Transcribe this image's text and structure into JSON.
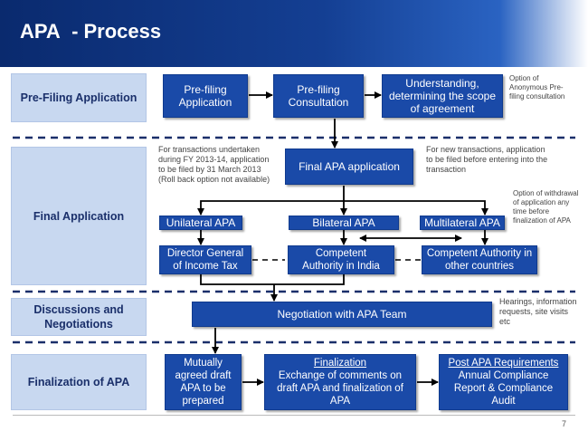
{
  "slide": {
    "title_main": "APA",
    "title_sub": "- Process",
    "page_number": "7"
  },
  "stages": {
    "prefiling": "Pre-Filing Application",
    "final": "Final Application",
    "discussions": "Discussions and Negotiations",
    "finalization": "Finalization of APA"
  },
  "boxes": {
    "prefiling_application": "Pre-filing Application",
    "prefiling_consultation": "Pre-filing Consultation",
    "understanding": "Understanding, determining the scope of agreement",
    "final_apa_application": "Final APA application",
    "unilateral": "Unilateral APA",
    "bilateral": "Bilateral APA",
    "multilateral": "Multilateral APA",
    "director_general": "Director General of Income Tax",
    "competent_india": "Competent Authority in India",
    "competent_other": "Competent Authority in other countries",
    "negotiation": "Negotiation with APA Team",
    "mutually_agreed": "Mutually agreed draft APA to be prepared",
    "finalization_title": "Finalization",
    "finalization_body": "Exchange of comments on draft APA and finalization of APA",
    "post_apa_title": "Post APA Requirements",
    "post_apa_body": "Annual Compliance Report & Compliance Audit"
  },
  "notes": {
    "anonymous": "Option of Anonymous Pre-filing consultation",
    "rollback": "For transactions undertaken during FY 2013-14, application to be filed by 31 March 2013 (Roll back option not available)",
    "new_transactions": "For new transactions, application to be filed before entering into the transaction",
    "withdrawal": "Option of withdrawal of application any time before finalization of APA",
    "hearings": "Hearings, information requests, site visits etc"
  }
}
